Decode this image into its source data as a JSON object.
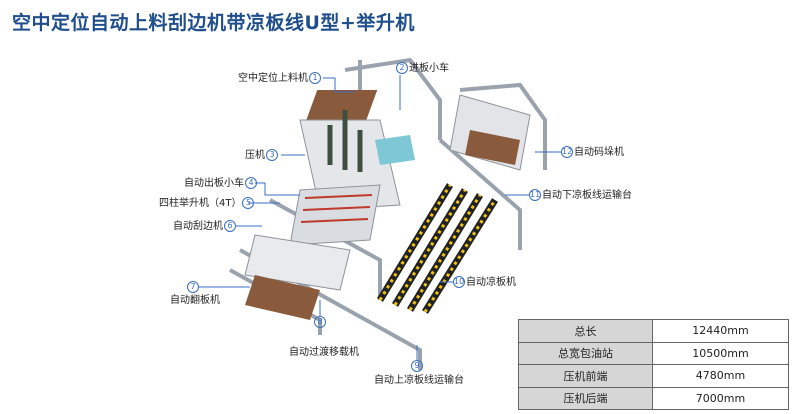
{
  "title": "空中定位自动上料刮边机带凉板线U型+举升机",
  "callouts": [
    {
      "num": "1",
      "label": "空中定位上料机"
    },
    {
      "num": "2",
      "label": "进板小车"
    },
    {
      "num": "3",
      "label": "压机"
    },
    {
      "num": "4",
      "label": "自动出板小车"
    },
    {
      "num": "5",
      "label": "四柱举升机（4T）"
    },
    {
      "num": "6",
      "label": "自动刮边机"
    },
    {
      "num": "7",
      "label": "自动翻板机"
    },
    {
      "num": "8",
      "label": "自动过渡移载机"
    },
    {
      "num": "9",
      "label": "自动上凉板线运输台"
    },
    {
      "num": "10",
      "label": "自动凉板机"
    },
    {
      "num": "11",
      "label": "自动下凉板线运输台"
    },
    {
      "num": "12",
      "label": "自动码垛机"
    }
  ],
  "specs": [
    {
      "key": "总长",
      "value": "12440mm"
    },
    {
      "key": "总宽包油站",
      "value": "10500mm"
    },
    {
      "key": "压机前端",
      "value": "4780mm"
    },
    {
      "key": "压机后端",
      "value": "7000mm"
    }
  ]
}
